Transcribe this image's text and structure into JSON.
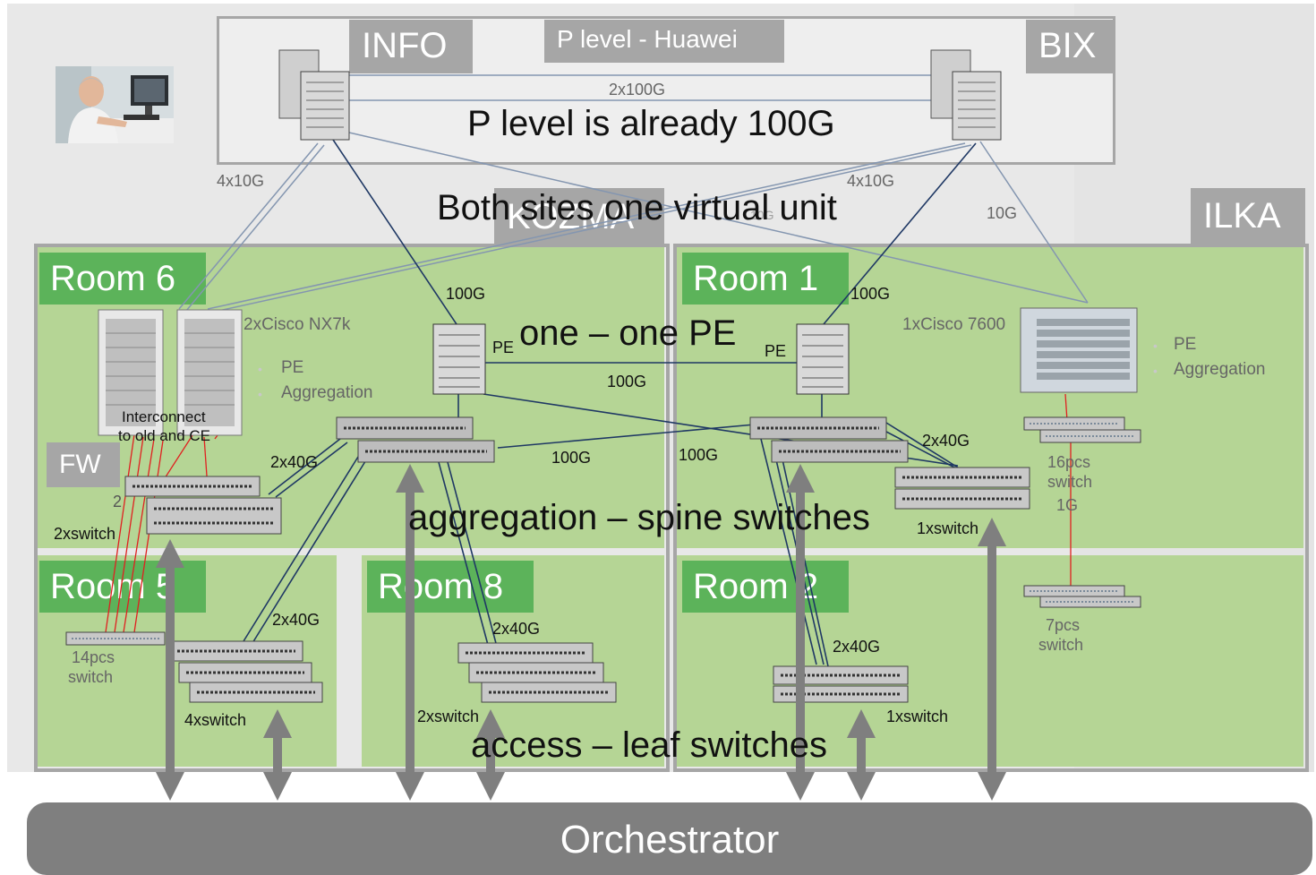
{
  "diagram": {
    "top_labels": {
      "info": "INFO",
      "bix": "BIX",
      "p_level_huawei": "P level  - Huawei",
      "link_2x100g": "2x100G",
      "p_level_100g": "P level is already 100G"
    },
    "links": {
      "l_4x10g_left": "4x10G",
      "l_4x10g_right": "4x10G",
      "l_10g": "10G",
      "l_10g_hidden": "10G",
      "l_100g_room6": "100G",
      "l_100g_room1": "100G",
      "l_100g_pe": "100G",
      "l_100g_mid_left": "100G",
      "l_100g_mid_right": "100G",
      "l_2x40g_room6": "2x40G",
      "l_2x40g_room1": "2x40G",
      "l_2x40g_room5": "2x40G",
      "l_2x40g_room8": "2x40G",
      "l_2x40g_room2": "2x40G",
      "l_1g": "1G"
    },
    "site_labels": {
      "kozma": "KOZMA",
      "ilka": "ILKA",
      "virtual_unit": "Both sites one virtual unit"
    },
    "rooms": {
      "room6": "Room 6",
      "room1": "Room 1",
      "room5": "Room 5",
      "room8": "Room 8",
      "room2": "Room 2"
    },
    "devices": {
      "nx7k": "2xCisco NX7k",
      "cisco7600": "1xCisco 7600",
      "pe_left_bullet": "PE",
      "agg_left_bullet": "Aggregation",
      "pe_right_bullet": "PE",
      "agg_right_bullet": "Aggregation",
      "interconnect_l1": "Interconnect",
      "interconnect_l2": "to old and CE",
      "fw": "FW",
      "pe_small_left": "PE",
      "pe_small_right": "PE",
      "one_one_pe": "one – one PE",
      "sw_room6": "2xswitch",
      "sw_room6_hidden": "2",
      "sw_room1": "1xswitch",
      "sw_room5_14pcs_l1": "14pcs",
      "sw_room5_14pcs_l2": "switch",
      "sw_room5": "4xswitch",
      "sw_room8": "2xswitch",
      "sw_room2": "1xswitch",
      "sw_16pcs_l1": "16pcs",
      "sw_16pcs_l2": "switch",
      "sw_7pcs_l1": "7pcs",
      "sw_7pcs_l2": "switch"
    },
    "layers": {
      "aggregation": "aggregation – spine switches",
      "access": "access – leaf switches",
      "orchestrator": "Orchestrator"
    },
    "icons": [
      "core-router-icon",
      "spine-switch-icon",
      "leaf-switch-icon",
      "cisco-7600-chassis-icon",
      "nx7k-chassis-icon",
      "operator-photo-icon"
    ],
    "colors": {
      "room_fill": "#b5d595",
      "room_title": "#5cb35a",
      "gray_label": "#a6a6a6",
      "link_dark_blue": "#1f3864",
      "link_light": "#8496b0",
      "link_red": "#e02020",
      "orchestrator": "#7f7f7f",
      "arrow": "#7f7f7f"
    }
  }
}
